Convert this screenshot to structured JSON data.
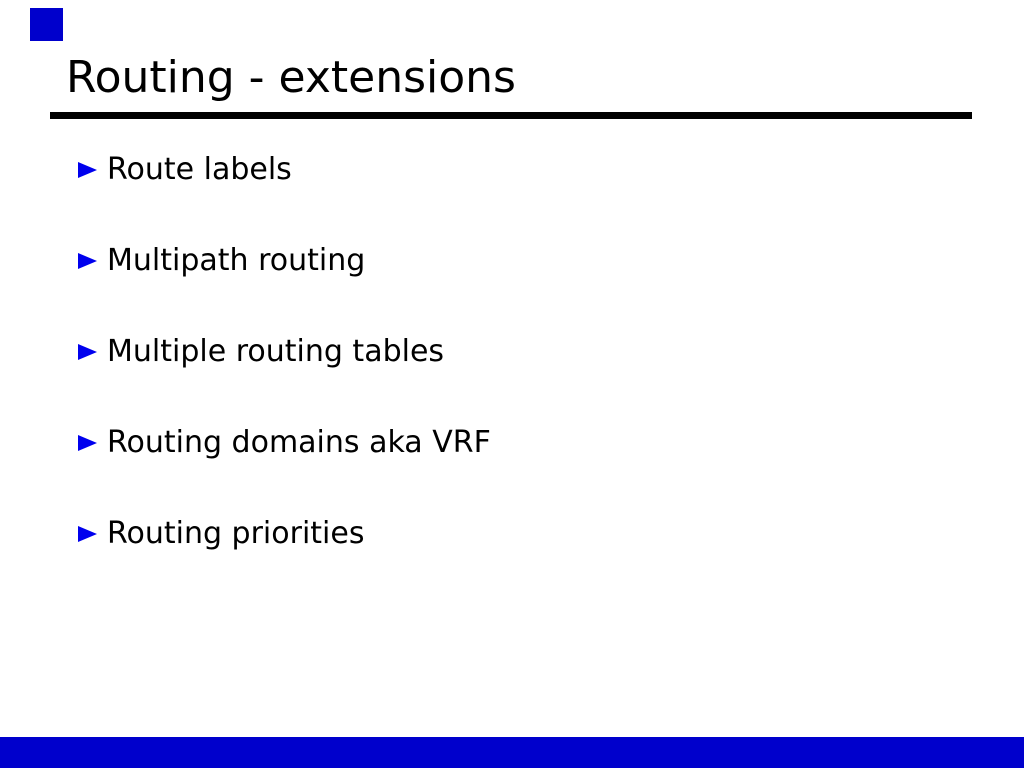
{
  "slide": {
    "title": "Routing - extensions",
    "bullets": [
      "Route labels",
      "Multipath routing",
      "Multiple routing tables",
      "Routing domains aka VRF",
      "Routing priorities"
    ],
    "colors": {
      "bullet_blue": "#0000ee",
      "decoration_blue": "#0000cc",
      "text": "#000000",
      "rule": "#000000",
      "background": "#ffffff"
    }
  }
}
